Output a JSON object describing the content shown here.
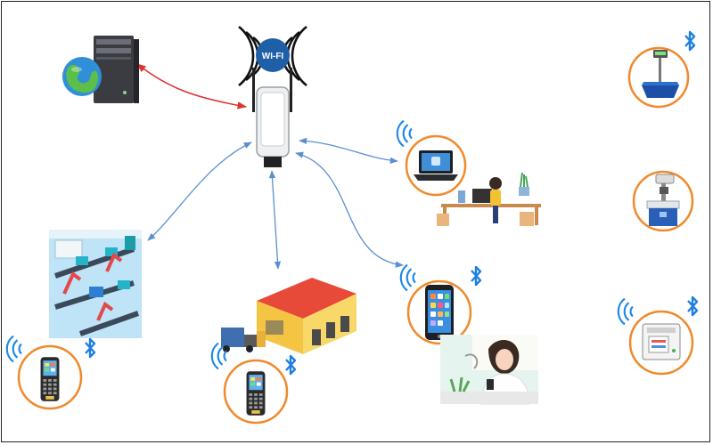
{
  "hub": {
    "label": "WI-FI"
  },
  "colors": {
    "wireless_link": "#5a8fd0",
    "wired_link": "#e03030",
    "ring": "#f0892b",
    "wifi_wave": "#1e88e5",
    "bluetooth": "#1e7fe0",
    "hub_badge": "#1f5fa8"
  },
  "nodes": [
    {
      "name": "server-globe",
      "icon": "server-icon"
    },
    {
      "name": "laptop-office",
      "icon": "laptop-icon"
    },
    {
      "name": "factory-line",
      "icon": "factory-icon"
    },
    {
      "name": "warehouse",
      "icon": "warehouse-icon"
    },
    {
      "name": "smartphone-user",
      "icon": "smartphone-icon"
    },
    {
      "name": "handheld-scanner-left",
      "icon": "handheld-scanner-icon"
    },
    {
      "name": "handheld-scanner-center",
      "icon": "handheld-scanner-icon"
    },
    {
      "name": "weighing-scale",
      "icon": "scale-icon"
    },
    {
      "name": "laser-marker",
      "icon": "laser-marker-icon"
    },
    {
      "name": "label-printer",
      "icon": "printer-icon"
    }
  ]
}
